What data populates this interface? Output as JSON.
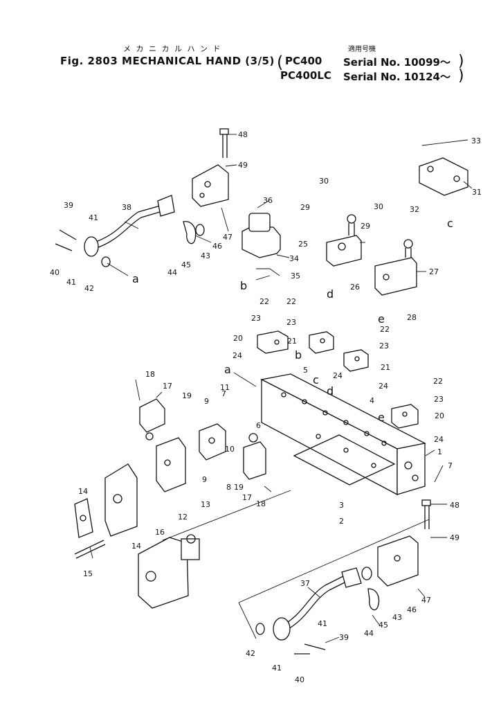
{
  "header": {
    "title_jp": "メ カ ニ カ ル  ハ ン ド",
    "model_jp": "適用号機",
    "fig_title": "Fig. 2803  MECHANICAL HAND (3/5)",
    "model1": "PC400",
    "serial1": "Serial  No.  10099～",
    "model2": "PC400LC",
    "serial2": "Serial  No.  10124～"
  },
  "callouts": [
    "1",
    "2",
    "3",
    "4",
    "5",
    "6",
    "7",
    "7",
    "8",
    "9",
    "9",
    "10",
    "11",
    "12",
    "13",
    "14",
    "14",
    "15",
    "16",
    "17",
    "17",
    "18",
    "18",
    "19",
    "19",
    "20",
    "20",
    "21",
    "21",
    "22",
    "22",
    "22",
    "22",
    "23",
    "23",
    "23",
    "23",
    "24",
    "24",
    "24",
    "24",
    "25",
    "26",
    "27",
    "28",
    "29",
    "29",
    "30",
    "30",
    "31",
    "32",
    "33",
    "34",
    "35",
    "36",
    "37",
    "38",
    "39",
    "39",
    "40",
    "40",
    "41",
    "41",
    "41",
    "41",
    "42",
    "42",
    "43",
    "43",
    "44",
    "44",
    "45",
    "45",
    "46",
    "46",
    "47",
    "47",
    "48",
    "48",
    "49",
    "49"
  ],
  "ref_letters": [
    "a",
    "a",
    "b",
    "b",
    "c",
    "c",
    "d",
    "d",
    "e",
    "e"
  ]
}
